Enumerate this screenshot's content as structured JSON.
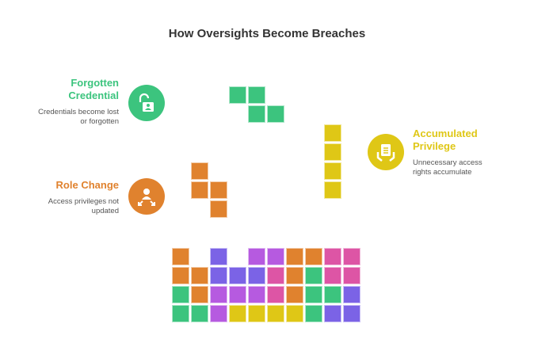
{
  "title": "How Oversights Become Breaches",
  "colors": {
    "O": "#e0822e",
    "G": "#3cc47e",
    "P": "#7b63e6",
    "V": "#b65ae0",
    "K": "#dd55a5",
    "Y": "#dfc716"
  },
  "items": [
    {
      "heading_line1": "Forgotten",
      "heading_line2": "Credential",
      "description_line1": "Credentials become lost",
      "description_line2": "or forgotten",
      "color": "#3cc47e",
      "icon": "unlocked-padlock-icon"
    },
    {
      "heading_line1": "Role Change",
      "description_line1": "Access privileges not",
      "description_line2": "updated",
      "color": "#e0822e",
      "icon": "person-arrows-icon"
    },
    {
      "heading_line1": "Accumulated",
      "heading_line2": "Privilege",
      "description_line1": "Unnecessary access",
      "description_line2": "rights accumulate",
      "color": "#dfc716",
      "icon": "hands-document-icon"
    }
  ],
  "pile_grid": [
    [
      "O",
      "",
      "P",
      "",
      "V",
      "V",
      "O",
      "O",
      "K",
      "K"
    ],
    [
      "O",
      "O",
      "P",
      "P",
      "P",
      "K",
      "O",
      "G",
      "K",
      "K"
    ],
    [
      "G",
      "O",
      "V",
      "V",
      "V",
      "K",
      "O",
      "G",
      "G",
      "P"
    ],
    [
      "G",
      "G",
      "V",
      "Y",
      "Y",
      "Y",
      "Y",
      "G",
      "P",
      "P"
    ]
  ],
  "falling_pieces": [
    {
      "name": "green-z-piece",
      "color": "G"
    },
    {
      "name": "yellow-i-piece",
      "color": "Y"
    },
    {
      "name": "orange-s-piece",
      "color": "O"
    }
  ]
}
